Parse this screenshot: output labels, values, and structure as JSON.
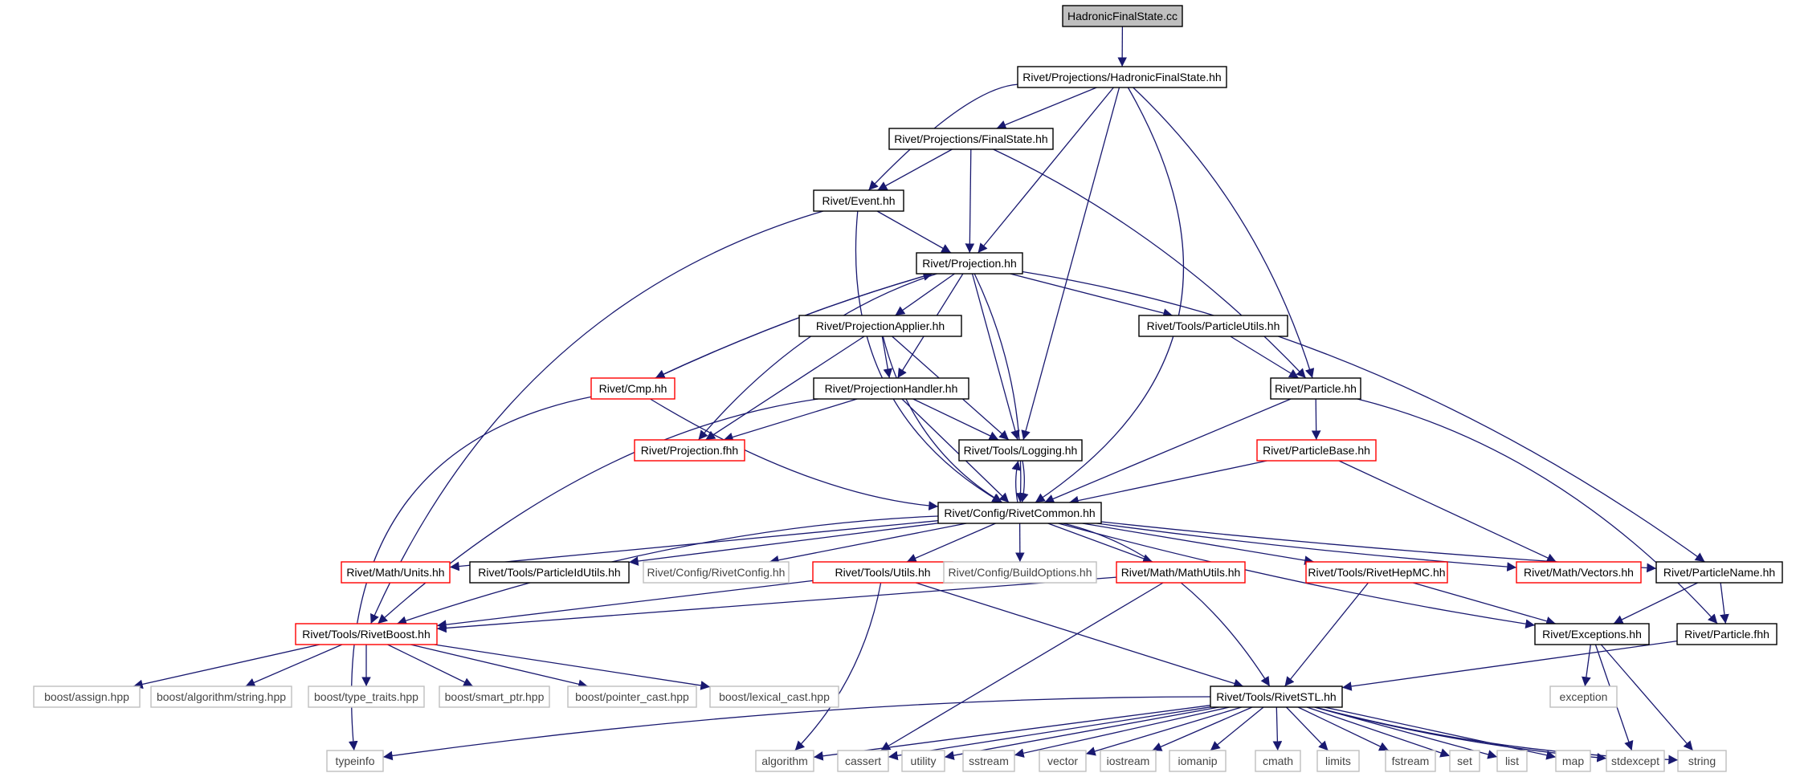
{
  "title": "HadronicFinalState.cc",
  "colors": {
    "edge": "#191970",
    "border_normal": "#000000",
    "border_truncated": "#ff0000",
    "border_external": "#bfbfbf",
    "root_fill": "#bfbfbf",
    "text": "#000000",
    "external_text": "#444444"
  },
  "nodes": [
    {
      "id": "hfs_cc",
      "label": "HadronicFinalState.cc",
      "kind": "root"
    },
    {
      "id": "hfs_hh",
      "label": "Rivet/Projections/HadronicFinalState.hh",
      "kind": "normal"
    },
    {
      "id": "fs_hh",
      "label": "Rivet/Projections/FinalState.hh",
      "kind": "normal"
    },
    {
      "id": "event",
      "label": "Rivet/Event.hh",
      "kind": "normal"
    },
    {
      "id": "proj",
      "label": "Rivet/Projection.hh",
      "kind": "normal"
    },
    {
      "id": "projapp",
      "label": "Rivet/ProjectionApplier.hh",
      "kind": "normal"
    },
    {
      "id": "partutils",
      "label": "Rivet/Tools/ParticleUtils.hh",
      "kind": "normal"
    },
    {
      "id": "cmp",
      "label": "Rivet/Cmp.hh",
      "kind": "truncated"
    },
    {
      "id": "projhandler",
      "label": "Rivet/ProjectionHandler.hh",
      "kind": "normal"
    },
    {
      "id": "particle",
      "label": "Rivet/Particle.hh",
      "kind": "normal"
    },
    {
      "id": "projfhh",
      "label": "Rivet/Projection.fhh",
      "kind": "truncated"
    },
    {
      "id": "logging",
      "label": "Rivet/Tools/Logging.hh",
      "kind": "normal"
    },
    {
      "id": "partbase",
      "label": "Rivet/ParticleBase.hh",
      "kind": "truncated"
    },
    {
      "id": "common",
      "label": "Rivet/Config/RivetCommon.hh",
      "kind": "normal"
    },
    {
      "id": "units",
      "label": "Rivet/Math/Units.hh",
      "kind": "truncated"
    },
    {
      "id": "pidutils",
      "label": "Rivet/Tools/ParticleIdUtils.hh",
      "kind": "normal"
    },
    {
      "id": "rivetconfig",
      "label": "Rivet/Config/RivetConfig.hh",
      "kind": "external"
    },
    {
      "id": "utils",
      "label": "Rivet/Tools/Utils.hh",
      "kind": "truncated"
    },
    {
      "id": "buildopts",
      "label": "Rivet/Config/BuildOptions.hh",
      "kind": "external"
    },
    {
      "id": "mathutils",
      "label": "Rivet/Math/MathUtils.hh",
      "kind": "truncated"
    },
    {
      "id": "hepmc",
      "label": "Rivet/Tools/RivetHepMC.hh",
      "kind": "truncated"
    },
    {
      "id": "vectors",
      "label": "Rivet/Math/Vectors.hh",
      "kind": "truncated"
    },
    {
      "id": "pname",
      "label": "Rivet/ParticleName.hh",
      "kind": "normal"
    },
    {
      "id": "rivetboost",
      "label": "Rivet/Tools/RivetBoost.hh",
      "kind": "truncated"
    },
    {
      "id": "exceptions",
      "label": "Rivet/Exceptions.hh",
      "kind": "normal"
    },
    {
      "id": "particlefhh",
      "label": "Rivet/Particle.fhh",
      "kind": "normal"
    },
    {
      "id": "assign",
      "label": "boost/assign.hpp",
      "kind": "external"
    },
    {
      "id": "algostring",
      "label": "boost/algorithm/string.hpp",
      "kind": "external"
    },
    {
      "id": "typetraits",
      "label": "boost/type_traits.hpp",
      "kind": "external"
    },
    {
      "id": "smartptr",
      "label": "boost/smart_ptr.hpp",
      "kind": "external"
    },
    {
      "id": "pointercast",
      "label": "boost/pointer_cast.hpp",
      "kind": "external"
    },
    {
      "id": "lexicalcast",
      "label": "boost/lexical_cast.hpp",
      "kind": "external"
    },
    {
      "id": "exception",
      "label": "exception",
      "kind": "external"
    },
    {
      "id": "stl",
      "label": "Rivet/Tools/RivetSTL.hh",
      "kind": "normal"
    },
    {
      "id": "typeinfo",
      "label": "typeinfo",
      "kind": "external"
    },
    {
      "id": "algorithm",
      "label": "algorithm",
      "kind": "external"
    },
    {
      "id": "cassert",
      "label": "cassert",
      "kind": "external"
    },
    {
      "id": "utility",
      "label": "utility",
      "kind": "external"
    },
    {
      "id": "sstream",
      "label": "sstream",
      "kind": "external"
    },
    {
      "id": "vector",
      "label": "vector",
      "kind": "external"
    },
    {
      "id": "iostream",
      "label": "iostream",
      "kind": "external"
    },
    {
      "id": "iomanip",
      "label": "iomanip",
      "kind": "external"
    },
    {
      "id": "cmath",
      "label": "cmath",
      "kind": "external"
    },
    {
      "id": "limits",
      "label": "limits",
      "kind": "external"
    },
    {
      "id": "fstream",
      "label": "fstream",
      "kind": "external"
    },
    {
      "id": "set",
      "label": "set",
      "kind": "external"
    },
    {
      "id": "list",
      "label": "list",
      "kind": "external"
    },
    {
      "id": "map",
      "label": "map",
      "kind": "external"
    },
    {
      "id": "stdexcept",
      "label": "stdexcept",
      "kind": "external"
    },
    {
      "id": "string",
      "label": "string",
      "kind": "external"
    }
  ],
  "edges": [
    [
      "hfs_cc",
      "hfs_hh"
    ],
    [
      "hfs_hh",
      "fs_hh"
    ],
    [
      "hfs_hh",
      "event"
    ],
    [
      "hfs_hh",
      "proj"
    ],
    [
      "hfs_hh",
      "logging"
    ],
    [
      "hfs_hh",
      "particle"
    ],
    [
      "hfs_hh",
      "common"
    ],
    [
      "fs_hh",
      "event"
    ],
    [
      "fs_hh",
      "proj"
    ],
    [
      "fs_hh",
      "particle"
    ],
    [
      "event",
      "proj"
    ],
    [
      "event",
      "common"
    ],
    [
      "event",
      "rivetboost"
    ],
    [
      "proj",
      "projapp"
    ],
    [
      "proj",
      "partutils"
    ],
    [
      "proj",
      "cmp"
    ],
    [
      "proj",
      "projhandler"
    ],
    [
      "proj",
      "projfhh"
    ],
    [
      "proj",
      "logging"
    ],
    [
      "proj",
      "common"
    ],
    [
      "proj",
      "pname"
    ],
    [
      "cmp",
      "proj"
    ],
    [
      "cmp",
      "common"
    ],
    [
      "cmp",
      "typeinfo"
    ],
    [
      "projapp",
      "projhandler"
    ],
    [
      "projapp",
      "projfhh"
    ],
    [
      "projapp",
      "logging"
    ],
    [
      "projapp",
      "common"
    ],
    [
      "partutils",
      "particle"
    ],
    [
      "projhandler",
      "projfhh"
    ],
    [
      "projhandler",
      "logging"
    ],
    [
      "projhandler",
      "common"
    ],
    [
      "projhandler",
      "rivetboost"
    ],
    [
      "particle",
      "partbase"
    ],
    [
      "particle",
      "common"
    ],
    [
      "particle",
      "particlefhh"
    ],
    [
      "partbase",
      "common"
    ],
    [
      "partbase",
      "vectors"
    ],
    [
      "logging",
      "common"
    ],
    [
      "common",
      "logging"
    ],
    [
      "common",
      "rivetboost"
    ],
    [
      "common",
      "units"
    ],
    [
      "common",
      "pidutils"
    ],
    [
      "common",
      "rivetconfig"
    ],
    [
      "common",
      "utils"
    ],
    [
      "common",
      "buildopts"
    ],
    [
      "common",
      "mathutils"
    ],
    [
      "common",
      "hepmc"
    ],
    [
      "common",
      "vectors"
    ],
    [
      "common",
      "pname"
    ],
    [
      "common",
      "exceptions"
    ],
    [
      "common",
      "stl"
    ],
    [
      "utils",
      "rivetboost"
    ],
    [
      "utils",
      "stl"
    ],
    [
      "utils",
      "algorithm"
    ],
    [
      "mathutils",
      "rivetboost"
    ],
    [
      "mathutils",
      "cassert"
    ],
    [
      "hepmc",
      "exceptions"
    ],
    [
      "hepmc",
      "stl"
    ],
    [
      "pname",
      "exceptions"
    ],
    [
      "pname",
      "particlefhh"
    ],
    [
      "rivetboost",
      "assign"
    ],
    [
      "rivetboost",
      "algostring"
    ],
    [
      "rivetboost",
      "typetraits"
    ],
    [
      "rivetboost",
      "smartptr"
    ],
    [
      "rivetboost",
      "pointercast"
    ],
    [
      "rivetboost",
      "lexicalcast"
    ],
    [
      "exceptions",
      "exception"
    ],
    [
      "exceptions",
      "stdexcept"
    ],
    [
      "exceptions",
      "string"
    ],
    [
      "particlefhh",
      "stl"
    ],
    [
      "stl",
      "typeinfo"
    ],
    [
      "stl",
      "algorithm"
    ],
    [
      "stl",
      "cassert"
    ],
    [
      "stl",
      "utility"
    ],
    [
      "stl",
      "sstream"
    ],
    [
      "stl",
      "vector"
    ],
    [
      "stl",
      "iostream"
    ],
    [
      "stl",
      "iomanip"
    ],
    [
      "stl",
      "cmath"
    ],
    [
      "stl",
      "limits"
    ],
    [
      "stl",
      "fstream"
    ],
    [
      "stl",
      "set"
    ],
    [
      "stl",
      "list"
    ],
    [
      "stl",
      "map"
    ],
    [
      "stl",
      "stdexcept"
    ],
    [
      "stl",
      "string"
    ]
  ]
}
